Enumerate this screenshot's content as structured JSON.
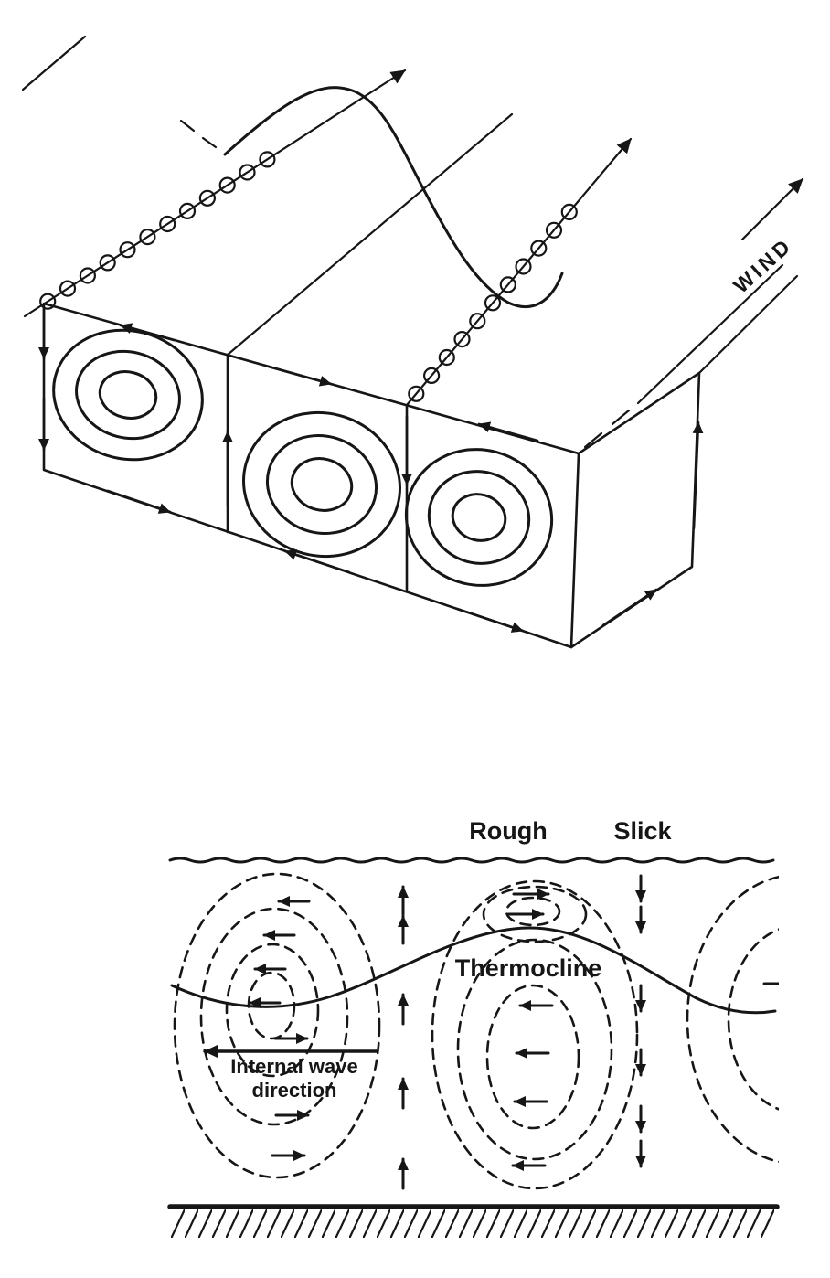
{
  "page": {
    "background": "#ffffff",
    "ink": "#161616"
  },
  "figures": {
    "langmuir": {
      "wind_label": "WIND"
    },
    "internal_wave": {
      "rough_label": "Rough",
      "slick_label": "Slick",
      "thermocline_label": "Thermocline",
      "wave_direction_label_line1": "Internal wave",
      "wave_direction_label_line2": "direction"
    }
  }
}
